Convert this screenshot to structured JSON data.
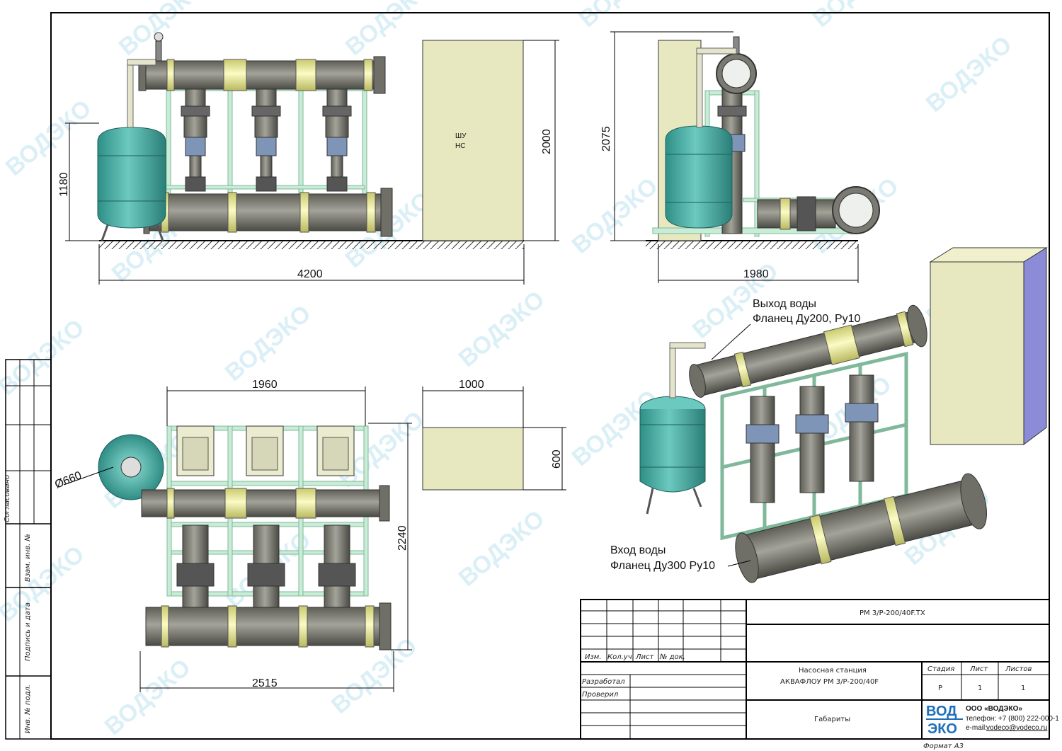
{
  "watermark": "ВОДЭКО",
  "views": {
    "front": {
      "height_tank": "1180",
      "height_cabinet": "2000",
      "width": "4200",
      "cabinet_label_1": "ШУ",
      "cabinet_label_2": "НС"
    },
    "side": {
      "height": "2075",
      "width": "1980"
    },
    "plan": {
      "pumps_width": "1960",
      "cabinet_width": "1000",
      "cabinet_depth": "600",
      "depth": "2240",
      "length": "2515",
      "tank_diameter": "Ø660"
    },
    "iso": {
      "outlet_line1": "Выход воды",
      "outlet_line2": "Фланец Ду200, Ру10",
      "inlet_line1": "Вход воды",
      "inlet_line2": "Фланец Ду300 Ру10"
    }
  },
  "side_stamp": {
    "agreed": "Согласовано",
    "inv_replace": "Взам. инв. №",
    "sign_date": "Подпись и дата",
    "inv_orig": "Инв. № подл."
  },
  "title_block": {
    "doc_code": "РМ 3/Р-200/40F.TX",
    "col_izm": "Изм.",
    "col_kol": "Кол.уч.",
    "col_list": "Лист",
    "col_ndok": "№ док.",
    "developed": "Разработал",
    "checked": "Проверил",
    "title_line1": "Насосная станция",
    "title_line2": "АКВАФЛОУ РМ 3/Р-200/40F",
    "sheet_title": "Габариты",
    "stage_label": "Стадия",
    "sheet_label": "Лист",
    "sheets_label": "Листов",
    "stage": "Р",
    "sheet": "1",
    "sheets": "1",
    "logo_top": "ВОД",
    "logo_bottom": "ЭКО",
    "company": "ООО «ВОДЭКО»",
    "phone": "телефон: +7 (800) 222-000-1",
    "email_label": "e-mail:",
    "email": "vodeco@vodeco.ru",
    "format": "Формат А3"
  },
  "colors": {
    "pipe": "#8a8a80",
    "pipe_highlight": "#f1f1a3",
    "tank": "#4fb3a9",
    "frame": "#bfe8cf",
    "cabinet": "#e8e8c0",
    "cabinet_side": "#8b8bd8"
  }
}
